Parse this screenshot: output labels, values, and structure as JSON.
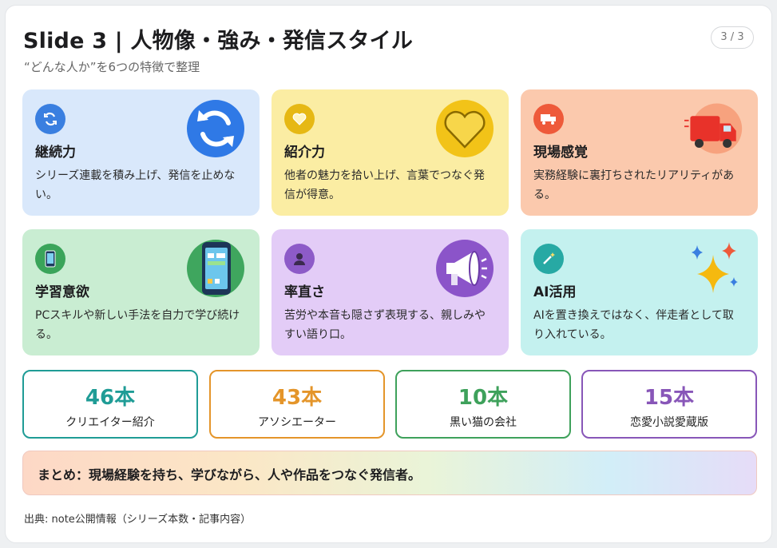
{
  "header": {
    "title": "Slide 3 | 人物像・強み・発信スタイル",
    "subtitle": "“どんな人か”を6つの特徴で整理",
    "page": "3 / 3"
  },
  "features": [
    {
      "title": "継続力",
      "desc": "シリーズ連載を積み上げ、発信を止めない。",
      "icon": "refresh-icon",
      "color": "#d9e8fb"
    },
    {
      "title": "紹介力",
      "desc": "他者の魅力を拾い上げ、言葉でつなぐ発信が得意。",
      "icon": "heart-icon",
      "color": "#fbeda3"
    },
    {
      "title": "現場感覚",
      "desc": "実務経験に裏打ちされたリアリティがある。",
      "icon": "truck-icon",
      "color": "#fbc9ad"
    },
    {
      "title": "学習意欲",
      "desc": "PCスキルや新しい手法を自力で学び続ける。",
      "icon": "smartphone-icon",
      "color": "#c9edd2"
    },
    {
      "title": "率直さ",
      "desc": "苦労や本音も隠さず表現する、親しみやすい語り口。",
      "icon": "megaphone-icon",
      "color": "#e3ccf7"
    },
    {
      "title": "AI活用",
      "desc": "AIを置き換えではなく、伴走者として取り入れている。",
      "icon": "sparkles-icon",
      "color": "#c4f1ef"
    }
  ],
  "stats": [
    {
      "value": "46本",
      "label": "クリエイター紹介",
      "color": "#1f9c96"
    },
    {
      "value": "43本",
      "label": "アソシエーター",
      "color": "#e4952a"
    },
    {
      "value": "10本",
      "label": "黒い猫の会社",
      "color": "#3ea15b"
    },
    {
      "value": "15本",
      "label": "恋愛小説愛蔵版",
      "color": "#8856b8"
    }
  ],
  "summary": "まとめ：現場経験を持ち、学びながら、人や作品をつなぐ発信者。",
  "source": "出典: note公開情報（シリーズ本数・記事内容）"
}
